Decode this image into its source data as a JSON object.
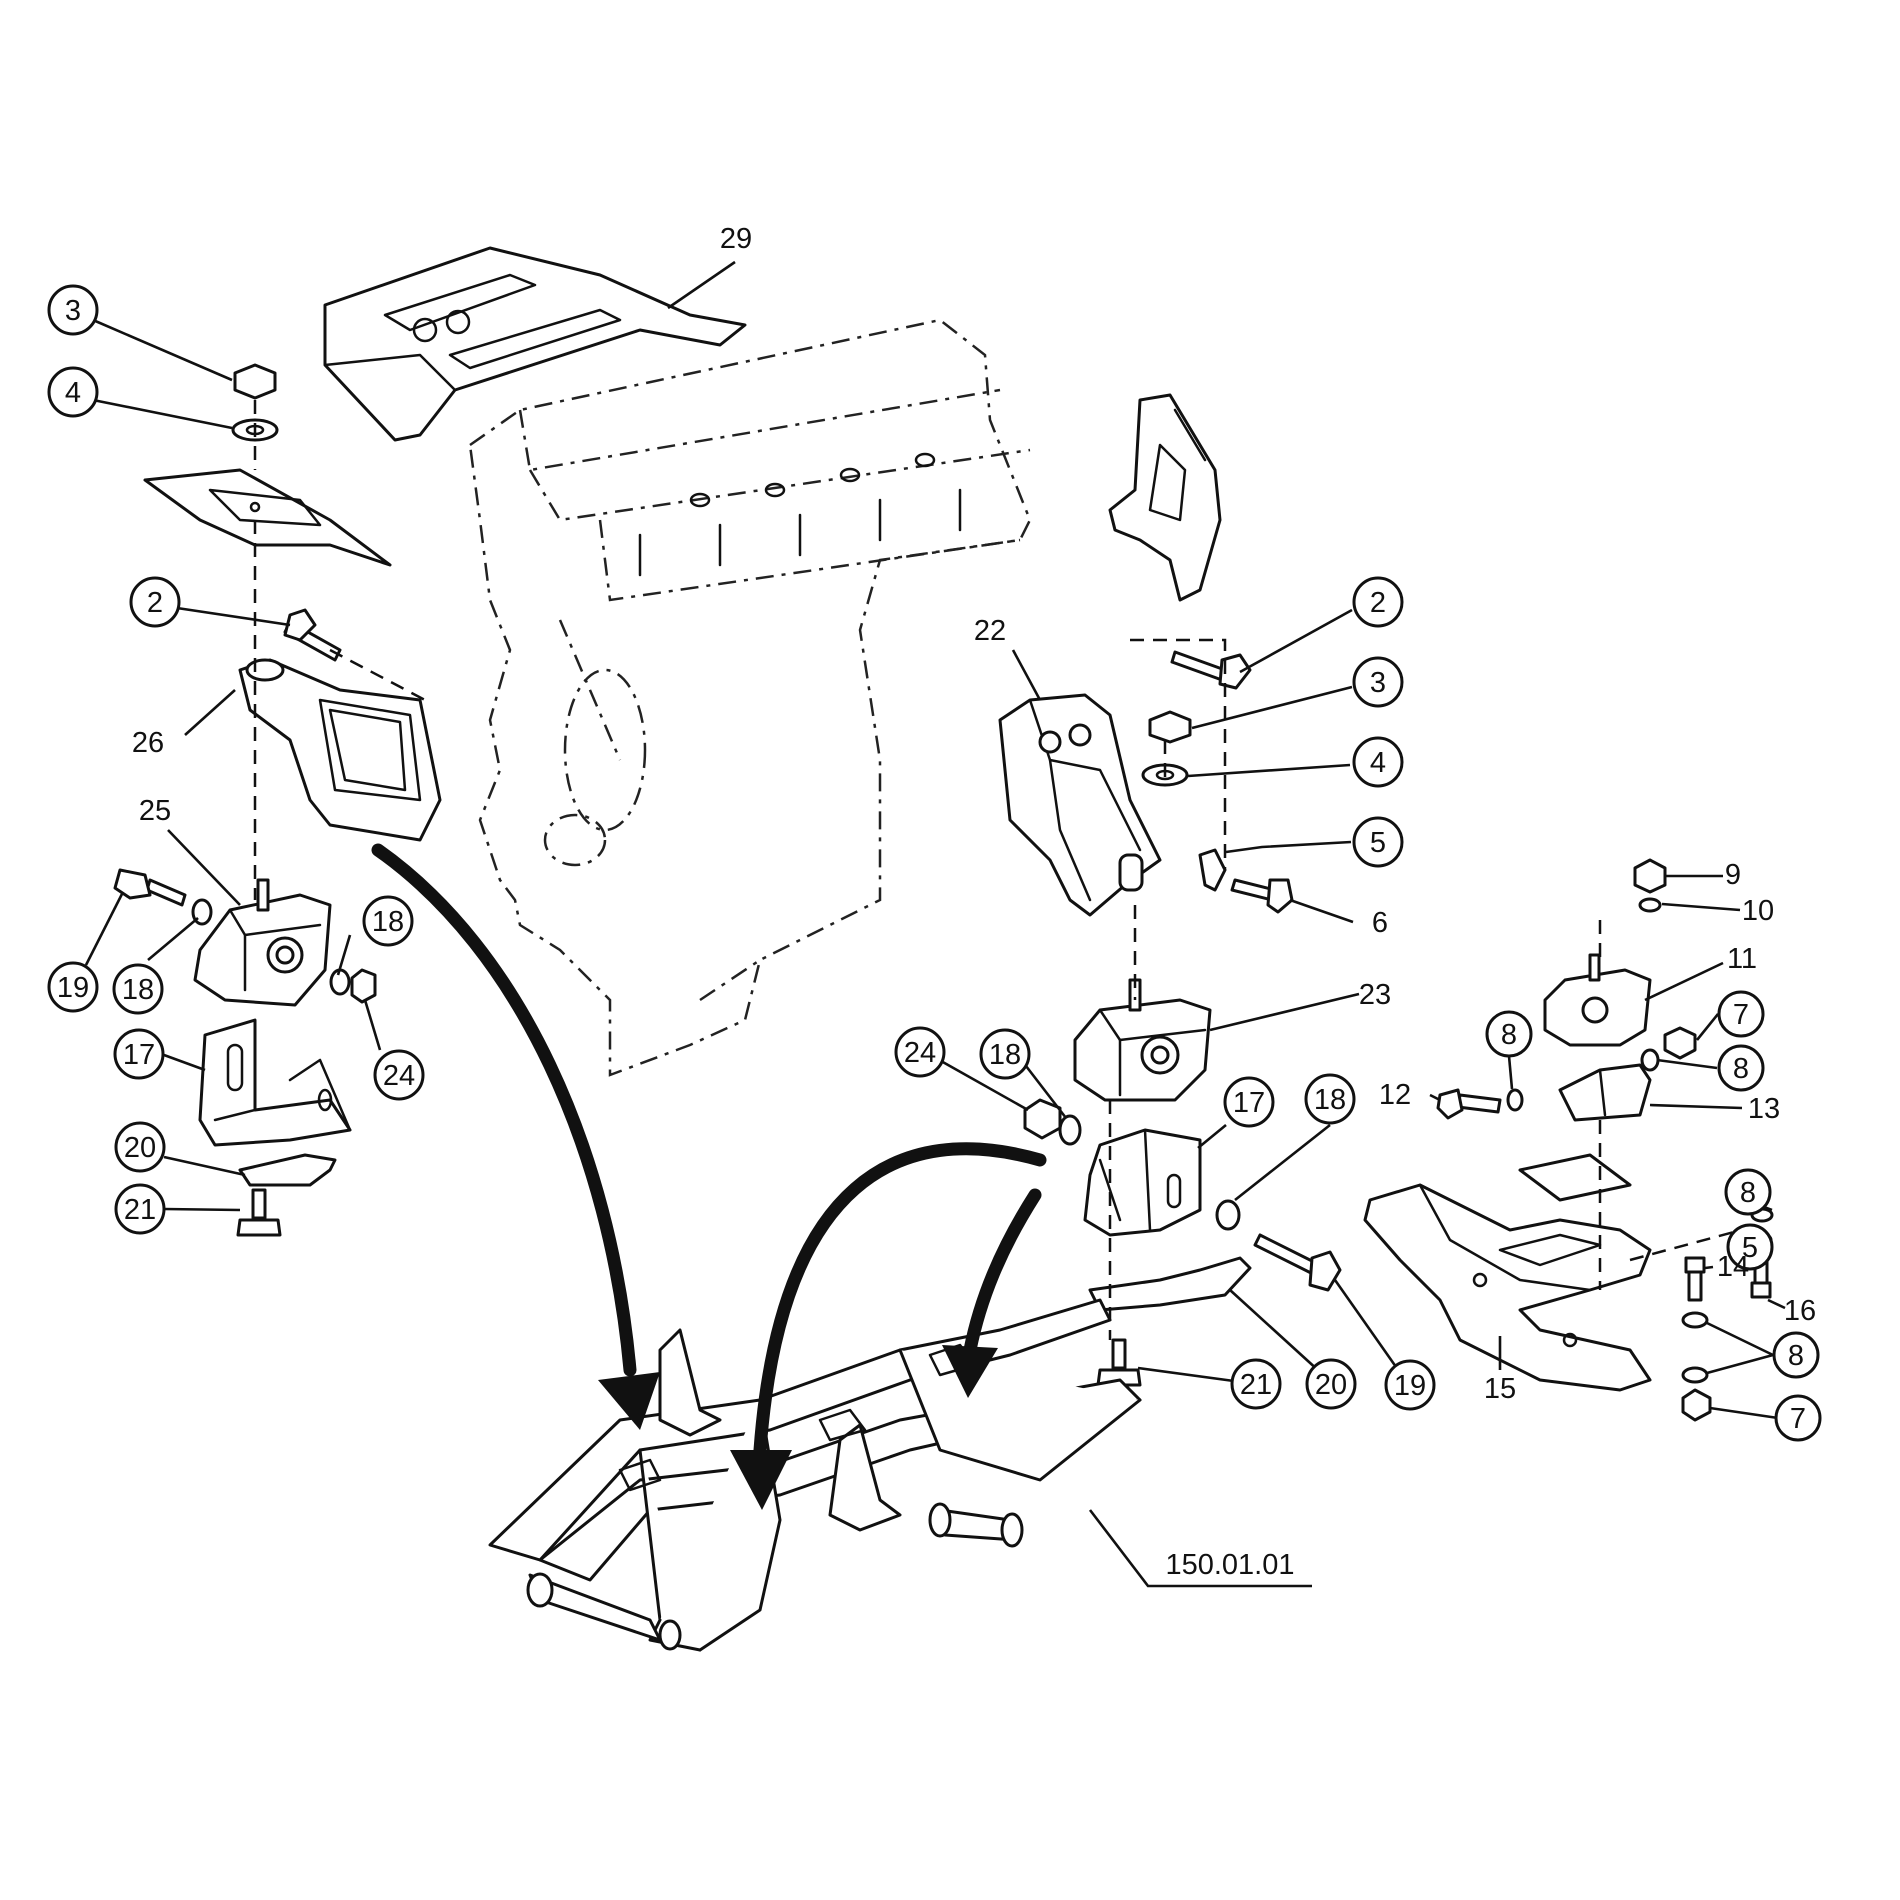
{
  "callouts": [
    {
      "id": "c-29",
      "label": "29",
      "circled": false
    },
    {
      "id": "c-3-left",
      "label": "3",
      "circled": true
    },
    {
      "id": "c-4-left",
      "label": "4",
      "circled": true
    },
    {
      "id": "c-2-left",
      "label": "2",
      "circled": true
    },
    {
      "id": "c-26",
      "label": "26",
      "circled": false
    },
    {
      "id": "c-25",
      "label": "25",
      "circled": false
    },
    {
      "id": "c-19-left",
      "label": "19",
      "circled": true
    },
    {
      "id": "c-18-left-a",
      "label": "18",
      "circled": true
    },
    {
      "id": "c-18-left-b",
      "label": "18",
      "circled": true
    },
    {
      "id": "c-24-left",
      "label": "24",
      "circled": true
    },
    {
      "id": "c-17-left",
      "label": "17",
      "circled": true
    },
    {
      "id": "c-20-left",
      "label": "20",
      "circled": true
    },
    {
      "id": "c-21-left",
      "label": "21",
      "circled": true
    },
    {
      "id": "c-22",
      "label": "22",
      "circled": false
    },
    {
      "id": "c-2-right",
      "label": "2",
      "circled": true
    },
    {
      "id": "c-3-right",
      "label": "3",
      "circled": true
    },
    {
      "id": "c-4-right",
      "label": "4",
      "circled": true
    },
    {
      "id": "c-5-mid",
      "label": "5",
      "circled": true
    },
    {
      "id": "c-6",
      "label": "6",
      "circled": false
    },
    {
      "id": "c-23",
      "label": "23",
      "circled": false
    },
    {
      "id": "c-24-right",
      "label": "24",
      "circled": true
    },
    {
      "id": "c-18-mid",
      "label": "18",
      "circled": true
    },
    {
      "id": "c-17-right",
      "label": "17",
      "circled": true
    },
    {
      "id": "c-18-right",
      "label": "18",
      "circled": true
    },
    {
      "id": "c-21-right",
      "label": "21",
      "circled": true
    },
    {
      "id": "c-20-right",
      "label": "20",
      "circled": true
    },
    {
      "id": "c-19-right",
      "label": "19",
      "circled": true
    },
    {
      "id": "c-9",
      "label": "9",
      "circled": false
    },
    {
      "id": "c-10",
      "label": "10",
      "circled": false
    },
    {
      "id": "c-11",
      "label": "11",
      "circled": false
    },
    {
      "id": "c-8-a",
      "label": "8",
      "circled": true
    },
    {
      "id": "c-7-a",
      "label": "7",
      "circled": true
    },
    {
      "id": "c-8-b",
      "label": "8",
      "circled": true
    },
    {
      "id": "c-12",
      "label": "12",
      "circled": false
    },
    {
      "id": "c-13",
      "label": "13",
      "circled": false
    },
    {
      "id": "c-8-c",
      "label": "8",
      "circled": true
    },
    {
      "id": "c-5-right",
      "label": "5",
      "circled": true
    },
    {
      "id": "c-14",
      "label": "14",
      "circled": false
    },
    {
      "id": "c-16",
      "label": "16",
      "circled": false
    },
    {
      "id": "c-15",
      "label": "15",
      "circled": false
    },
    {
      "id": "c-8-d",
      "label": "8",
      "circled": true
    },
    {
      "id": "c-7-b",
      "label": "7",
      "circled": true
    }
  ],
  "reference": {
    "label": "150.01.01"
  }
}
